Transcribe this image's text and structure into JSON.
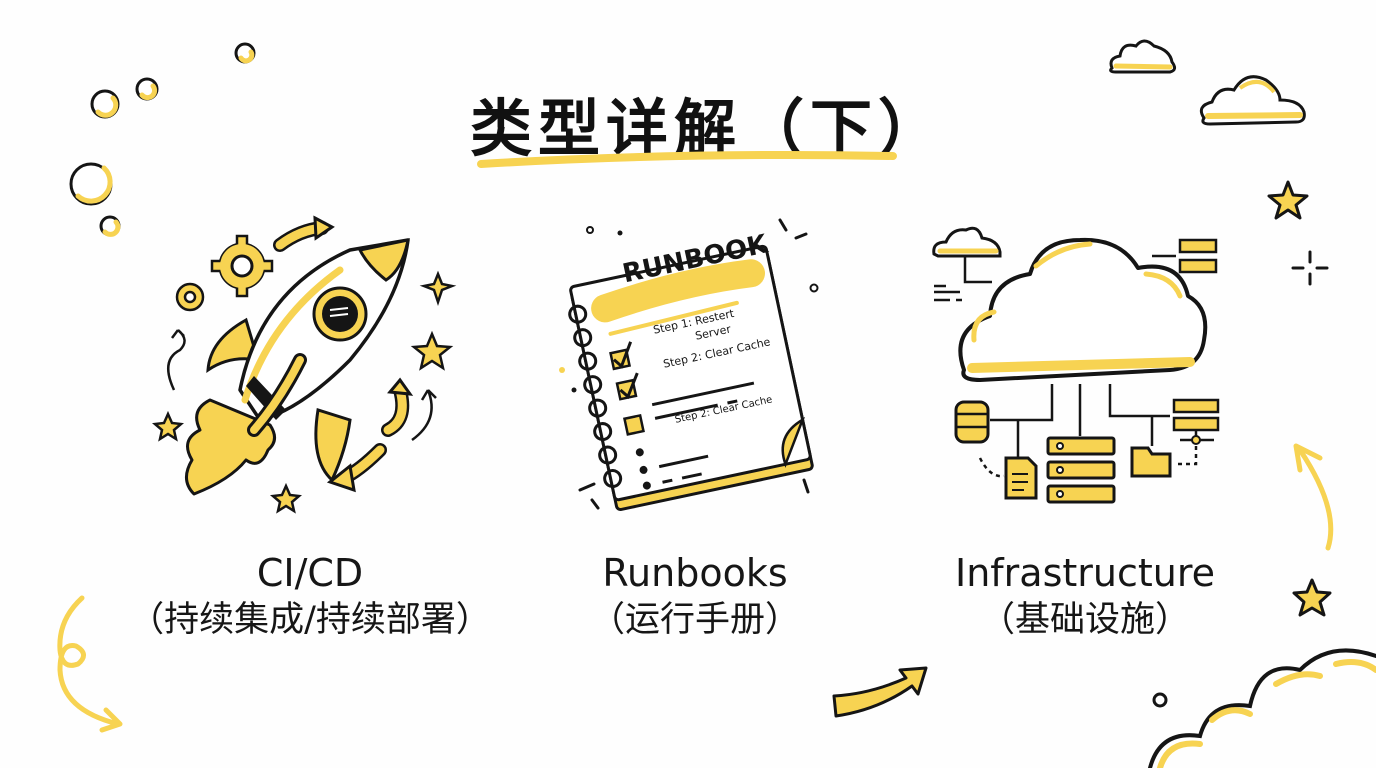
{
  "header": {
    "title": "类型详解（下）"
  },
  "colors": {
    "accent": "#f7d352",
    "ink": "#151515",
    "background": "#fefefe"
  },
  "cards": [
    {
      "icon": "rocket-icon",
      "title": "CI/CD",
      "subtitle": "（持续集成/持续部署）"
    },
    {
      "icon": "runbook-notebook-icon",
      "title": "Runbooks",
      "subtitle": "（运行手册）",
      "notebook": {
        "heading": "RUNBOOK",
        "step1": "Step 1: Restert",
        "step1_line2": "Server",
        "step2": "Step 2: Clear Cache",
        "step3": "Step 2: Clear Cache"
      }
    },
    {
      "icon": "cloud-infrastructure-icon",
      "title": "Infrastructure",
      "subtitle": "（基础设施）"
    }
  ]
}
